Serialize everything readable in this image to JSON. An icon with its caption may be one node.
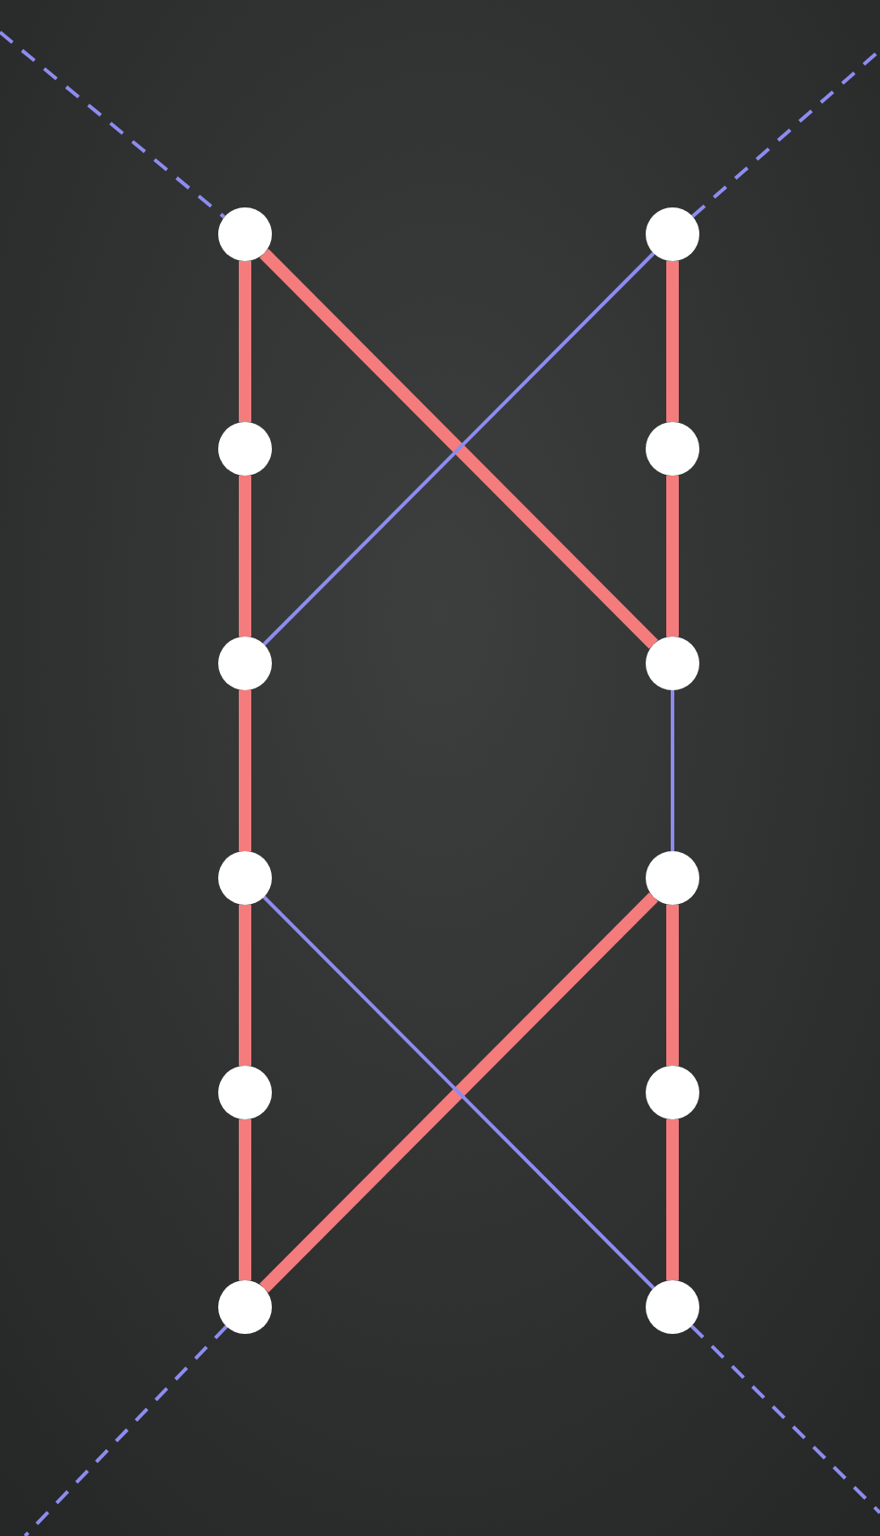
{
  "diagram": {
    "nodes": [
      {
        "text": [],
        "shape": "circle"
      },
      {
        "text": [],
        "shape": "circle"
      },
      {
        "text": [],
        "shape": "circle"
      },
      {
        "text": [],
        "shape": "circle"
      },
      {
        "text": [],
        "shape": "circle"
      },
      {
        "text": [],
        "shape": "circle"
      },
      {
        "text": [],
        "shape": "circle"
      },
      {
        "text": [],
        "shape": "circle"
      },
      {
        "text": [],
        "shape": "circle"
      },
      {
        "text": [],
        "shape": "circle"
      },
      {
        "text": [],
        "shape": "circle"
      },
      {
        "text": [],
        "shape": "circle"
      }
    ],
    "edges": [
      {
        "from": 0,
        "to": 2,
        "arrow": "none"
      },
      {
        "from": 2,
        "to": 4,
        "arrow": "none"
      },
      {
        "from": 4,
        "to": 6,
        "arrow": "none"
      },
      {
        "from": 6,
        "to": 8,
        "arrow": "none"
      },
      {
        "from": 8,
        "to": 10,
        "arrow": "none"
      },
      {
        "from": 0,
        "to": 5,
        "arrow": "none"
      },
      {
        "from": 1,
        "to": 3,
        "arrow": "none"
      },
      {
        "from": 3,
        "to": 5,
        "arrow": "none"
      },
      {
        "from": 7,
        "to": 9,
        "arrow": "none"
      },
      {
        "from": 9,
        "to": 11,
        "arrow": "none"
      },
      {
        "from": 7,
        "to": 10,
        "arrow": "none"
      },
      {
        "from": 1,
        "to": 4,
        "arrow": "none",
        "color": "#8c8cf0"
      },
      {
        "from": 5,
        "to": 7,
        "arrow": "none",
        "color": "#8c8cf0"
      },
      {
        "from": 6,
        "to": 11,
        "arrow": "none",
        "color": "#8c8cf0"
      },
      {
        "from": null,
        "to": 0,
        "arrow": "none",
        "style": "dashed",
        "color": "#8c8cf0"
      },
      {
        "from": 1,
        "to": null,
        "arrow": "none",
        "style": "dashed",
        "color": "#8c8cf0"
      },
      {
        "from": 10,
        "to": null,
        "arrow": "none",
        "style": "dashed",
        "color": "#8c8cf0"
      },
      {
        "from": 11,
        "to": null,
        "arrow": "none",
        "style": "dashed",
        "color": "#8c8cf0"
      }
    ]
  }
}
